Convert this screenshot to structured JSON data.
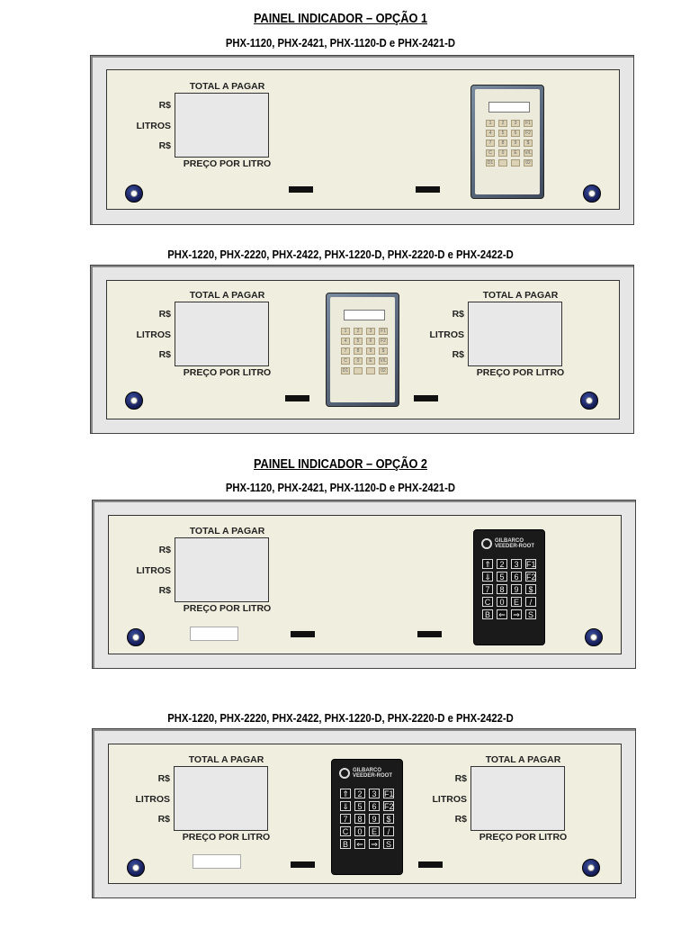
{
  "section1": {
    "heading": "PAINEL INDICADOR – OPÇÃO 1",
    "subtitle_a": "PHX-1120, PHX-2421, PHX-1120-D e PHX-2421-D",
    "subtitle_b": "PHX-1220, PHX-2220, PHX-2422, PHX-1220-D, PHX-2220-D e PHX-2422-D"
  },
  "section2": {
    "heading": "PAINEL INDICADOR – OPÇÃO 2",
    "subtitle_a": "PHX-1120, PHX-2421, PHX-1120-D e PHX-2421-D",
    "subtitle_b": "PHX-1220, PHX-2220, PHX-2422, PHX-1220-D, PHX-2220-D e PHX-2422-D"
  },
  "display": {
    "title": "TOTAL A PAGAR",
    "currency": "R$",
    "liters": "LITROS",
    "price_per_liter": "PREÇO POR LITRO"
  },
  "keypad_beige": {
    "keys": [
      "1",
      "2",
      "3",
      "F1",
      "4",
      "5",
      "6",
      "F2",
      "7",
      "8",
      "9",
      "$",
      "C",
      "0",
      "E",
      "V/L",
      "D1",
      "",
      "",
      "02"
    ]
  },
  "keypad_black": {
    "logo_line1": "GILBARCO",
    "logo_line2": "VEEDER-ROOT",
    "keys": [
      "⇑",
      "2",
      "3",
      "F1",
      "⇓",
      "5",
      "6",
      "F2",
      "7",
      "8",
      "9",
      "$",
      "C",
      "0",
      "E",
      "/",
      "B",
      "⇐",
      "⇒",
      "S"
    ]
  },
  "colors": {
    "panel_face": "#f0efdf",
    "panel_frame": "#e6e6e6",
    "screw": "#1a2260"
  }
}
